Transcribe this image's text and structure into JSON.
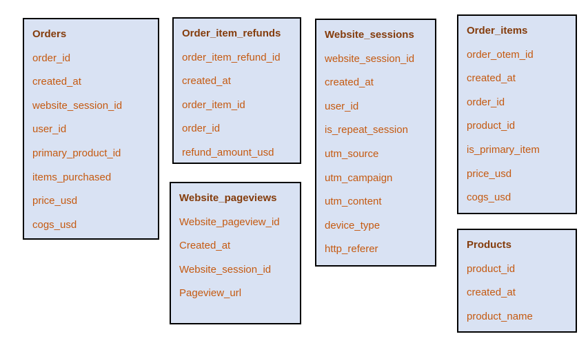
{
  "colors": {
    "box_fill": "#d9e2f3",
    "box_border": "#000000",
    "title_text": "#843c0c",
    "field_text": "#c55a11"
  },
  "tables": [
    {
      "title": "Orders",
      "fields": [
        "order_id",
        "created_at",
        "website_session_id",
        "user_id",
        "primary_product_id",
        "items_purchased",
        "price_usd",
        "cogs_usd"
      ]
    },
    {
      "title": "Order_item_refunds",
      "fields": [
        "order_item_refund_id",
        "created_at",
        "order_item_id",
        "order_id",
        "refund_amount_usd"
      ]
    },
    {
      "title": "Website_pageviews",
      "fields": [
        "Website_pageview_id",
        "Created_at",
        "Website_session_id",
        "Pageview_url"
      ]
    },
    {
      "title": "Website_sessions",
      "fields": [
        "website_session_id",
        "created_at",
        "user_id",
        "is_repeat_session",
        "utm_source",
        "utm_campaign",
        "utm_content",
        "device_type",
        "http_referer"
      ]
    },
    {
      "title": "Order_items",
      "fields": [
        "order_otem_id",
        "created_at",
        "order_id",
        "product_id",
        "is_primary_item",
        "price_usd",
        "cogs_usd"
      ]
    },
    {
      "title": "Products",
      "fields": [
        "product_id",
        "created_at",
        "product_name"
      ]
    }
  ]
}
